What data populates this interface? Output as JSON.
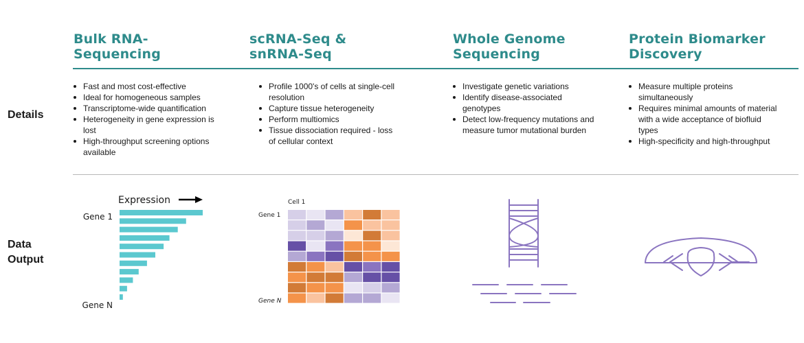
{
  "row_labels": {
    "details": "Details",
    "data_output_1": "Data",
    "data_output_2": "Output"
  },
  "columns": [
    {
      "title": "Bulk RNA-\nSequencing",
      "bullets": [
        "Fast and most cost-effective",
        "Ideal for homogeneous samples",
        "Transcriptome-wide quantification",
        "Heterogeneity in gene expression is lost",
        "High-throughput screening options available"
      ]
    },
    {
      "title": "scRNA-Seq &\nsnRNA-Seq",
      "bullets": [
        "Profile 1000's of cells at single-cell resolution",
        "Capture tissue heterogeneity",
        "Perform multiomics",
        "Tissue dissociation required - loss of cellular context"
      ]
    },
    {
      "title": "Whole Genome\nSequencing",
      "bullets": [
        "Investigate genetic variations",
        "Identify disease-associated genotypes",
        "Detect low-frequency mutations and measure tumor mutational burden"
      ]
    },
    {
      "title": "Protein Biomarker\nDiscovery",
      "bullets": [
        "Measure multiple proteins simultaneously",
        "Requires minimal amounts of material with a wide acceptance of biofluid types",
        "High-specificity and high-throughput"
      ]
    }
  ],
  "bulk_chart": {
    "x_label": "Expression",
    "gene_first": "Gene 1",
    "gene_last": "Gene N",
    "values": [
      1.0,
      0.8,
      0.7,
      0.6,
      0.53,
      0.43,
      0.33,
      0.23,
      0.16,
      0.09,
      0.04
    ],
    "bar_color": "#5bc8cf"
  },
  "heatmap": {
    "col_label": "Cell 1",
    "row_first": "Gene 1",
    "row_last": "Gene N",
    "colors": {
      "a": "#b4a8d4",
      "b": "#d6cfe8",
      "c": "#e9e5f3",
      "d": "#6650a6",
      "e": "#8a74c0",
      "f": "#f4934a",
      "g": "#fac39f",
      "h": "#fde7d6",
      "i": "#d27b37"
    },
    "cells": [
      [
        "b",
        "c",
        "a",
        "g",
        "i",
        "g"
      ],
      [
        "b",
        "a",
        "c",
        "f",
        "g",
        "g"
      ],
      [
        "b",
        "b",
        "a",
        "h",
        "i",
        "g"
      ],
      [
        "d",
        "c",
        "e",
        "f",
        "f",
        "h"
      ],
      [
        "a",
        "e",
        "d",
        "i",
        "f",
        "f"
      ],
      [
        "i",
        "f",
        "g",
        "d",
        "e",
        "d"
      ],
      [
        "f",
        "i",
        "i",
        "a",
        "d",
        "d"
      ],
      [
        "i",
        "f",
        "f",
        "c",
        "b",
        "a"
      ],
      [
        "f",
        "g",
        "i",
        "a",
        "a",
        "c"
      ]
    ]
  },
  "accent_colors": {
    "teal": "#2e8b8b",
    "purple": "#8a74c0",
    "gray_rule": "#b8b8b8"
  }
}
